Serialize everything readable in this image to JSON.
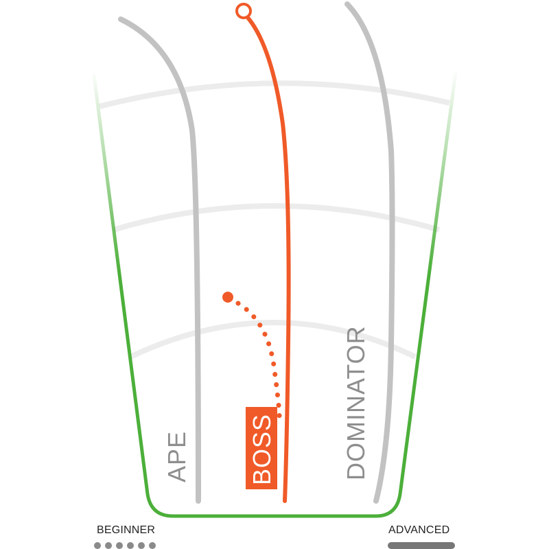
{
  "diagram": {
    "type": "disc-flight-paths",
    "colors": {
      "highlight": "#f05a28",
      "inactive_path": "#c2c2c2",
      "frame": "#4caf3a",
      "arc_guides": "#ececec",
      "label_gray": "#8e8e8e"
    },
    "paths": [
      {
        "name": "APE",
        "label": "APE",
        "highlighted": false
      },
      {
        "name": "BOSS",
        "label": "BOSS",
        "highlighted": true
      },
      {
        "name": "DOMINATOR",
        "label": "DOMINATOR",
        "highlighted": false
      }
    ],
    "legend": {
      "left_label": "BEGINNER",
      "right_label": "ADVANCED",
      "left_dot_count": 6
    }
  }
}
